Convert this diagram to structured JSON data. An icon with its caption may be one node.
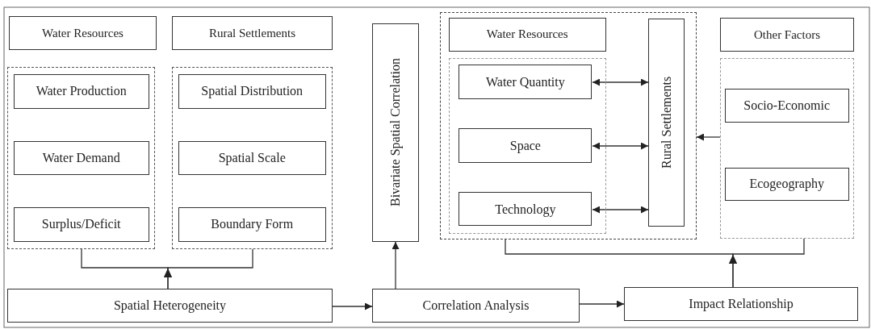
{
  "diagram": {
    "nodes": [
      {
        "text": [
          "Water Resources"
        ]
      },
      {
        "text": [
          "Rural Settlements"
        ]
      },
      {
        "text": [],
        "shape": "box"
      },
      {
        "text": [
          "Water Production"
        ],
        "in": 2
      },
      {
        "text": [
          "Water Demand"
        ],
        "in": 2
      },
      {
        "text": [
          "Surplus/Deficit"
        ],
        "in": 2
      },
      {
        "text": [],
        "shape": "box"
      },
      {
        "text": [
          "Spatial Distribution"
        ],
        "in": 6
      },
      {
        "text": [
          "Spatial Scale"
        ],
        "in": 6
      },
      {
        "text": [
          "Boundary Form"
        ],
        "in": 6
      },
      {
        "text": [
          "Bivariate Spatial Correlation"
        ]
      },
      {
        "text": [],
        "shape": "box"
      },
      {
        "text": [
          "Water Resources"
        ],
        "in": 11
      },
      {
        "text": [],
        "shape": "box",
        "in": 11
      },
      {
        "text": [
          "Water Quantity"
        ],
        "in": 13
      },
      {
        "text": [
          "Space"
        ],
        "in": 13
      },
      {
        "text": [
          "Technology"
        ],
        "in": 13
      },
      {
        "text": [
          "Rural Settlements"
        ],
        "in": 11
      },
      {
        "text": [
          "Other Factors"
        ]
      },
      {
        "text": [],
        "shape": "box"
      },
      {
        "text": [
          "Socio-Economic"
        ],
        "in": 19
      },
      {
        "text": [
          "Ecogeography"
        ],
        "in": 19
      },
      {
        "text": [
          "Spatial Heterogeneity"
        ]
      },
      {
        "text": [
          "Correlation Analysis"
        ]
      },
      {
        "text": [
          "Impact Relationship"
        ]
      }
    ],
    "edges": [
      {
        "from": 22,
        "to": 2,
        "arrow": "to"
      },
      {
        "from": 22,
        "to": 6,
        "arrow": "to"
      },
      {
        "from": 22,
        "to": 23,
        "arrow": "to"
      },
      {
        "from": 23,
        "to": 10,
        "arrow": "to"
      },
      {
        "from": 23,
        "to": 24,
        "arrow": "to"
      },
      {
        "from": 14,
        "to": 17,
        "arrow": "both"
      },
      {
        "from": 15,
        "to": 17,
        "arrow": "both"
      },
      {
        "from": 16,
        "to": 17,
        "arrow": "both"
      },
      {
        "from": 19,
        "to": 11,
        "arrow": "to"
      },
      {
        "from": 24,
        "to": 11,
        "arrow": "to"
      },
      {
        "from": 24,
        "to": 19,
        "arrow": "to"
      }
    ]
  }
}
